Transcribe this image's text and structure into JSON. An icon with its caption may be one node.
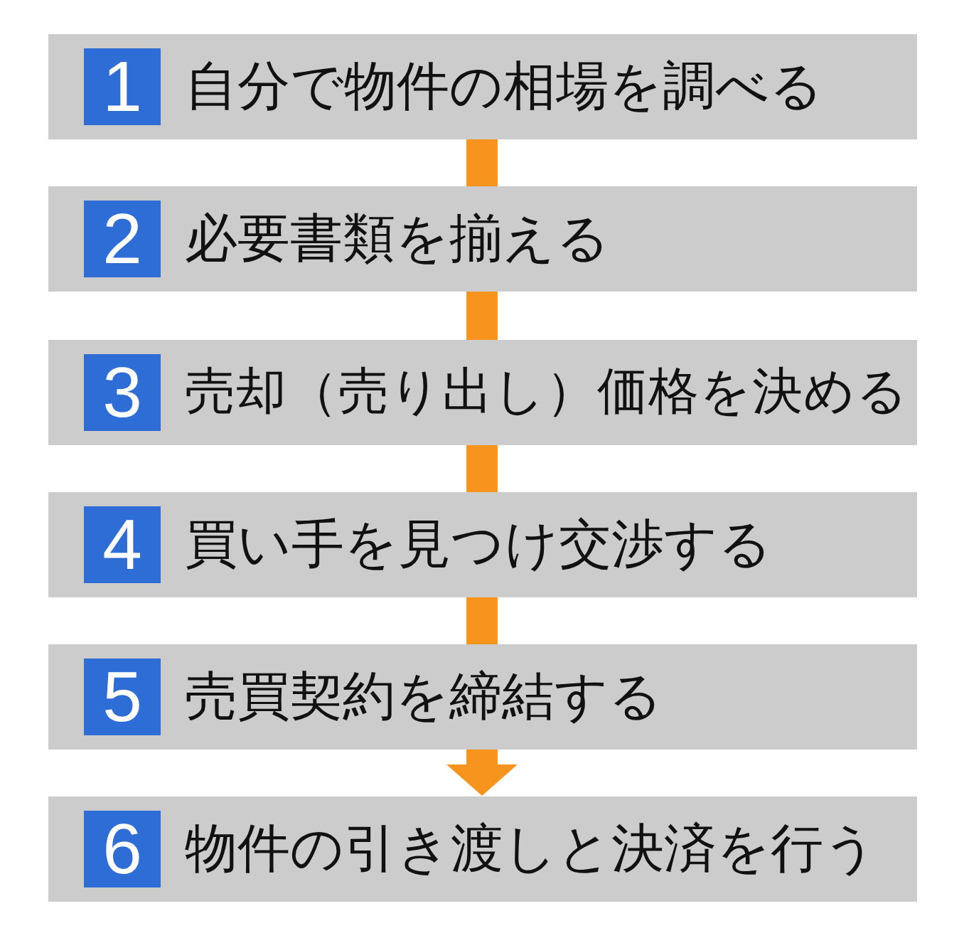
{
  "diagram": {
    "nodes": [
      {
        "text": [
          "自分で物件の相場を調べる"
        ]
      },
      {
        "text": [
          "1"
        ],
        "in": 0
      },
      {
        "text": [
          "必要書類を揃える"
        ]
      },
      {
        "text": [
          "2"
        ],
        "in": 2
      },
      {
        "text": [
          "売却（売り出し）価格を決める"
        ]
      },
      {
        "text": [
          "3"
        ],
        "in": 4
      },
      {
        "text": [
          "買い手を見つけ交渉する"
        ]
      },
      {
        "text": [
          "4"
        ],
        "in": 6
      },
      {
        "text": [
          "売買契約を締結する"
        ]
      },
      {
        "text": [
          "5"
        ],
        "in": 8
      },
      {
        "text": [
          "物件の引き渡しと決済を行う"
        ]
      },
      {
        "text": [
          "6"
        ],
        "in": 10
      }
    ],
    "edges": [
      {
        "from": 0,
        "to": 2,
        "arrow": "none"
      },
      {
        "from": 2,
        "to": 4,
        "arrow": "none"
      },
      {
        "from": 4,
        "to": 6,
        "arrow": "none"
      },
      {
        "from": 6,
        "to": 8,
        "arrow": "none"
      },
      {
        "from": 8,
        "to": 10,
        "arrow": "to"
      }
    ]
  }
}
